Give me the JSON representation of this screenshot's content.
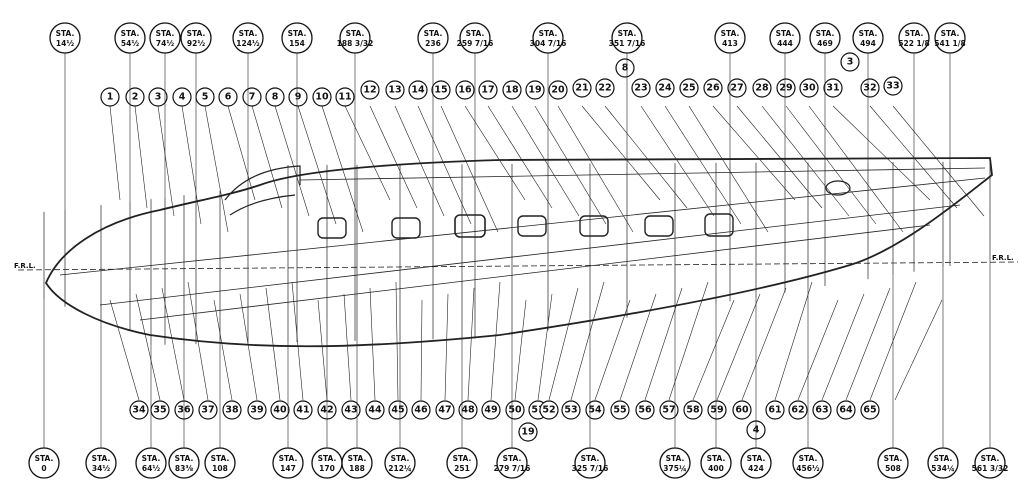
{
  "frl_label": "F.R.L.",
  "top_stations": [
    "14½",
    "54½",
    "74½",
    "92½",
    "124½",
    "154",
    "188 3/32",
    "236",
    "259 7/16",
    "304 7/16",
    "351 7/16",
    "413",
    "444",
    "469",
    "494",
    "522 1/8",
    "541 1/8"
  ],
  "bottom_stations": [
    "0",
    "34½",
    "64½",
    "83⅜",
    "108",
    "147",
    "170",
    "188",
    "212¼",
    "251",
    "279 7/16",
    "325 7/16",
    "375¼",
    "400",
    "424",
    "456½",
    "508",
    "534¼",
    "561 3/32"
  ],
  "part_numbers": [
    "1",
    "2",
    "3",
    "4",
    "5",
    "6",
    "7",
    "8",
    "9",
    "10",
    "11",
    "12",
    "13",
    "14",
    "15",
    "16",
    "17",
    "18",
    "19",
    "20",
    "21",
    "22",
    "23",
    "24",
    "25",
    "26",
    "27",
    "28",
    "29",
    "30",
    "31",
    "32",
    "33",
    "34",
    "35",
    "36",
    "37",
    "38",
    "39",
    "40",
    "41",
    "42",
    "43",
    "44",
    "45",
    "46",
    "47",
    "48",
    "49",
    "50",
    "51",
    "52",
    "53",
    "54",
    "55",
    "56",
    "57",
    "58",
    "59",
    "60",
    "61",
    "62",
    "63",
    "64",
    "65"
  ],
  "extra_numbers": [
    "8",
    "3",
    "19",
    "4"
  ],
  "sta_prefix": "STA."
}
